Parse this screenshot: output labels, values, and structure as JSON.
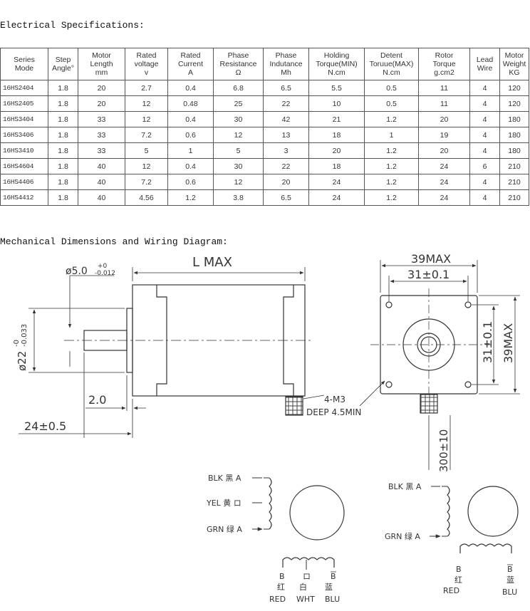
{
  "headings": {
    "electrical": "Electrical Specifications:",
    "mechanical": "Mechanical Dimensions and Wiring Diagram:"
  },
  "table": {
    "headers": [
      [
        "Series",
        "Mode"
      ],
      [
        "Step",
        "Angle°"
      ],
      [
        "Motor",
        "Length",
        "mm"
      ],
      [
        "Rated",
        "voltage",
        "v"
      ],
      [
        "Rated",
        "Current",
        "A"
      ],
      [
        "Phase",
        "Resistance",
        "Ω"
      ],
      [
        "Phase",
        "Indutance",
        "Mh"
      ],
      [
        "Holding",
        "Torque(MIN)",
        "N.cm"
      ],
      [
        "Detent",
        "Toruue(MAX)",
        "N.cm"
      ],
      [
        "Rotor",
        "Torque",
        "g.cm2"
      ],
      [
        "Lead",
        "Wire"
      ],
      [
        "Motor",
        "Weight",
        "KG"
      ]
    ],
    "rows": [
      [
        "16HS2404",
        "1.8",
        "20",
        "2.7",
        "0.4",
        "6.8",
        "6.5",
        "5.5",
        "0.5",
        "11",
        "4",
        "120"
      ],
      [
        "16HS2405",
        "1.8",
        "20",
        "12",
        "0.48",
        "25",
        "22",
        "10",
        "0.5",
        "11",
        "4",
        "120"
      ],
      [
        "16HS3404",
        "1.8",
        "33",
        "12",
        "0.4",
        "30",
        "42",
        "21",
        "1.2",
        "20",
        "4",
        "180"
      ],
      [
        "16HS3406",
        "1.8",
        "33",
        "7.2",
        "0.6",
        "12",
        "13",
        "18",
        "1",
        "19",
        "4",
        "180"
      ],
      [
        "16HS3410",
        "1.8",
        "33",
        "5",
        "1",
        "5",
        "3",
        "20",
        "1.2",
        "20",
        "4",
        "180"
      ],
      [
        "16HS4604",
        "1.8",
        "40",
        "12",
        "0.4",
        "30",
        "22",
        "18",
        "1.2",
        "24",
        "6",
        "210"
      ],
      [
        "16HS4406",
        "1.8",
        "40",
        "7.2",
        "0.6",
        "12",
        "20",
        "24",
        "1.2",
        "24",
        "4",
        "210"
      ],
      [
        "16HS4412",
        "1.8",
        "40",
        "4.56",
        "1.2",
        "3.8",
        "6.5",
        "24",
        "1.2",
        "24",
        "4",
        "210"
      ]
    ]
  },
  "drawing": {
    "shaft_dia_main": "ø5.0",
    "shaft_dia_tol_upper": "+0",
    "shaft_dia_tol_lower": "-0.012",
    "length": "L MAX",
    "boss_dia_main": "ø22",
    "boss_dia_tol_upper": "-0",
    "boss_dia_tol_lower": "-0.033",
    "boss_height": "2.0",
    "shaft_length": "24±0.5",
    "screw_spec": "4-M3",
    "screw_depth": "DEEP 4.5MIN",
    "frame_width": "39MAX",
    "hole_spacing": "31±0.1",
    "hole_spacing_v": "31±0.1",
    "frame_height": "39MAX",
    "lead_length": "300±10"
  },
  "wiring_6": {
    "blk": "BLK 黑 A",
    "yel": "YEL 黄 ロ",
    "grn": "GRN 绿 A",
    "b_letter": "B",
    "b_cn": "红",
    "b_color": "RED",
    "mid_letter": "ロ",
    "mid_cn": "白",
    "mid_color": "WHT",
    "bbar_letter": "B",
    "bbar_cn": "蓝",
    "bbar_color": "BLU"
  },
  "wiring_4": {
    "blk": "BLK 黑 A",
    "grn": "GRN 绿 A",
    "b_letter": "B",
    "b_cn": "红",
    "b_color": "RED",
    "bbar_letter": "B",
    "bbar_cn": "蓝",
    "bbar_color": "BLU"
  }
}
